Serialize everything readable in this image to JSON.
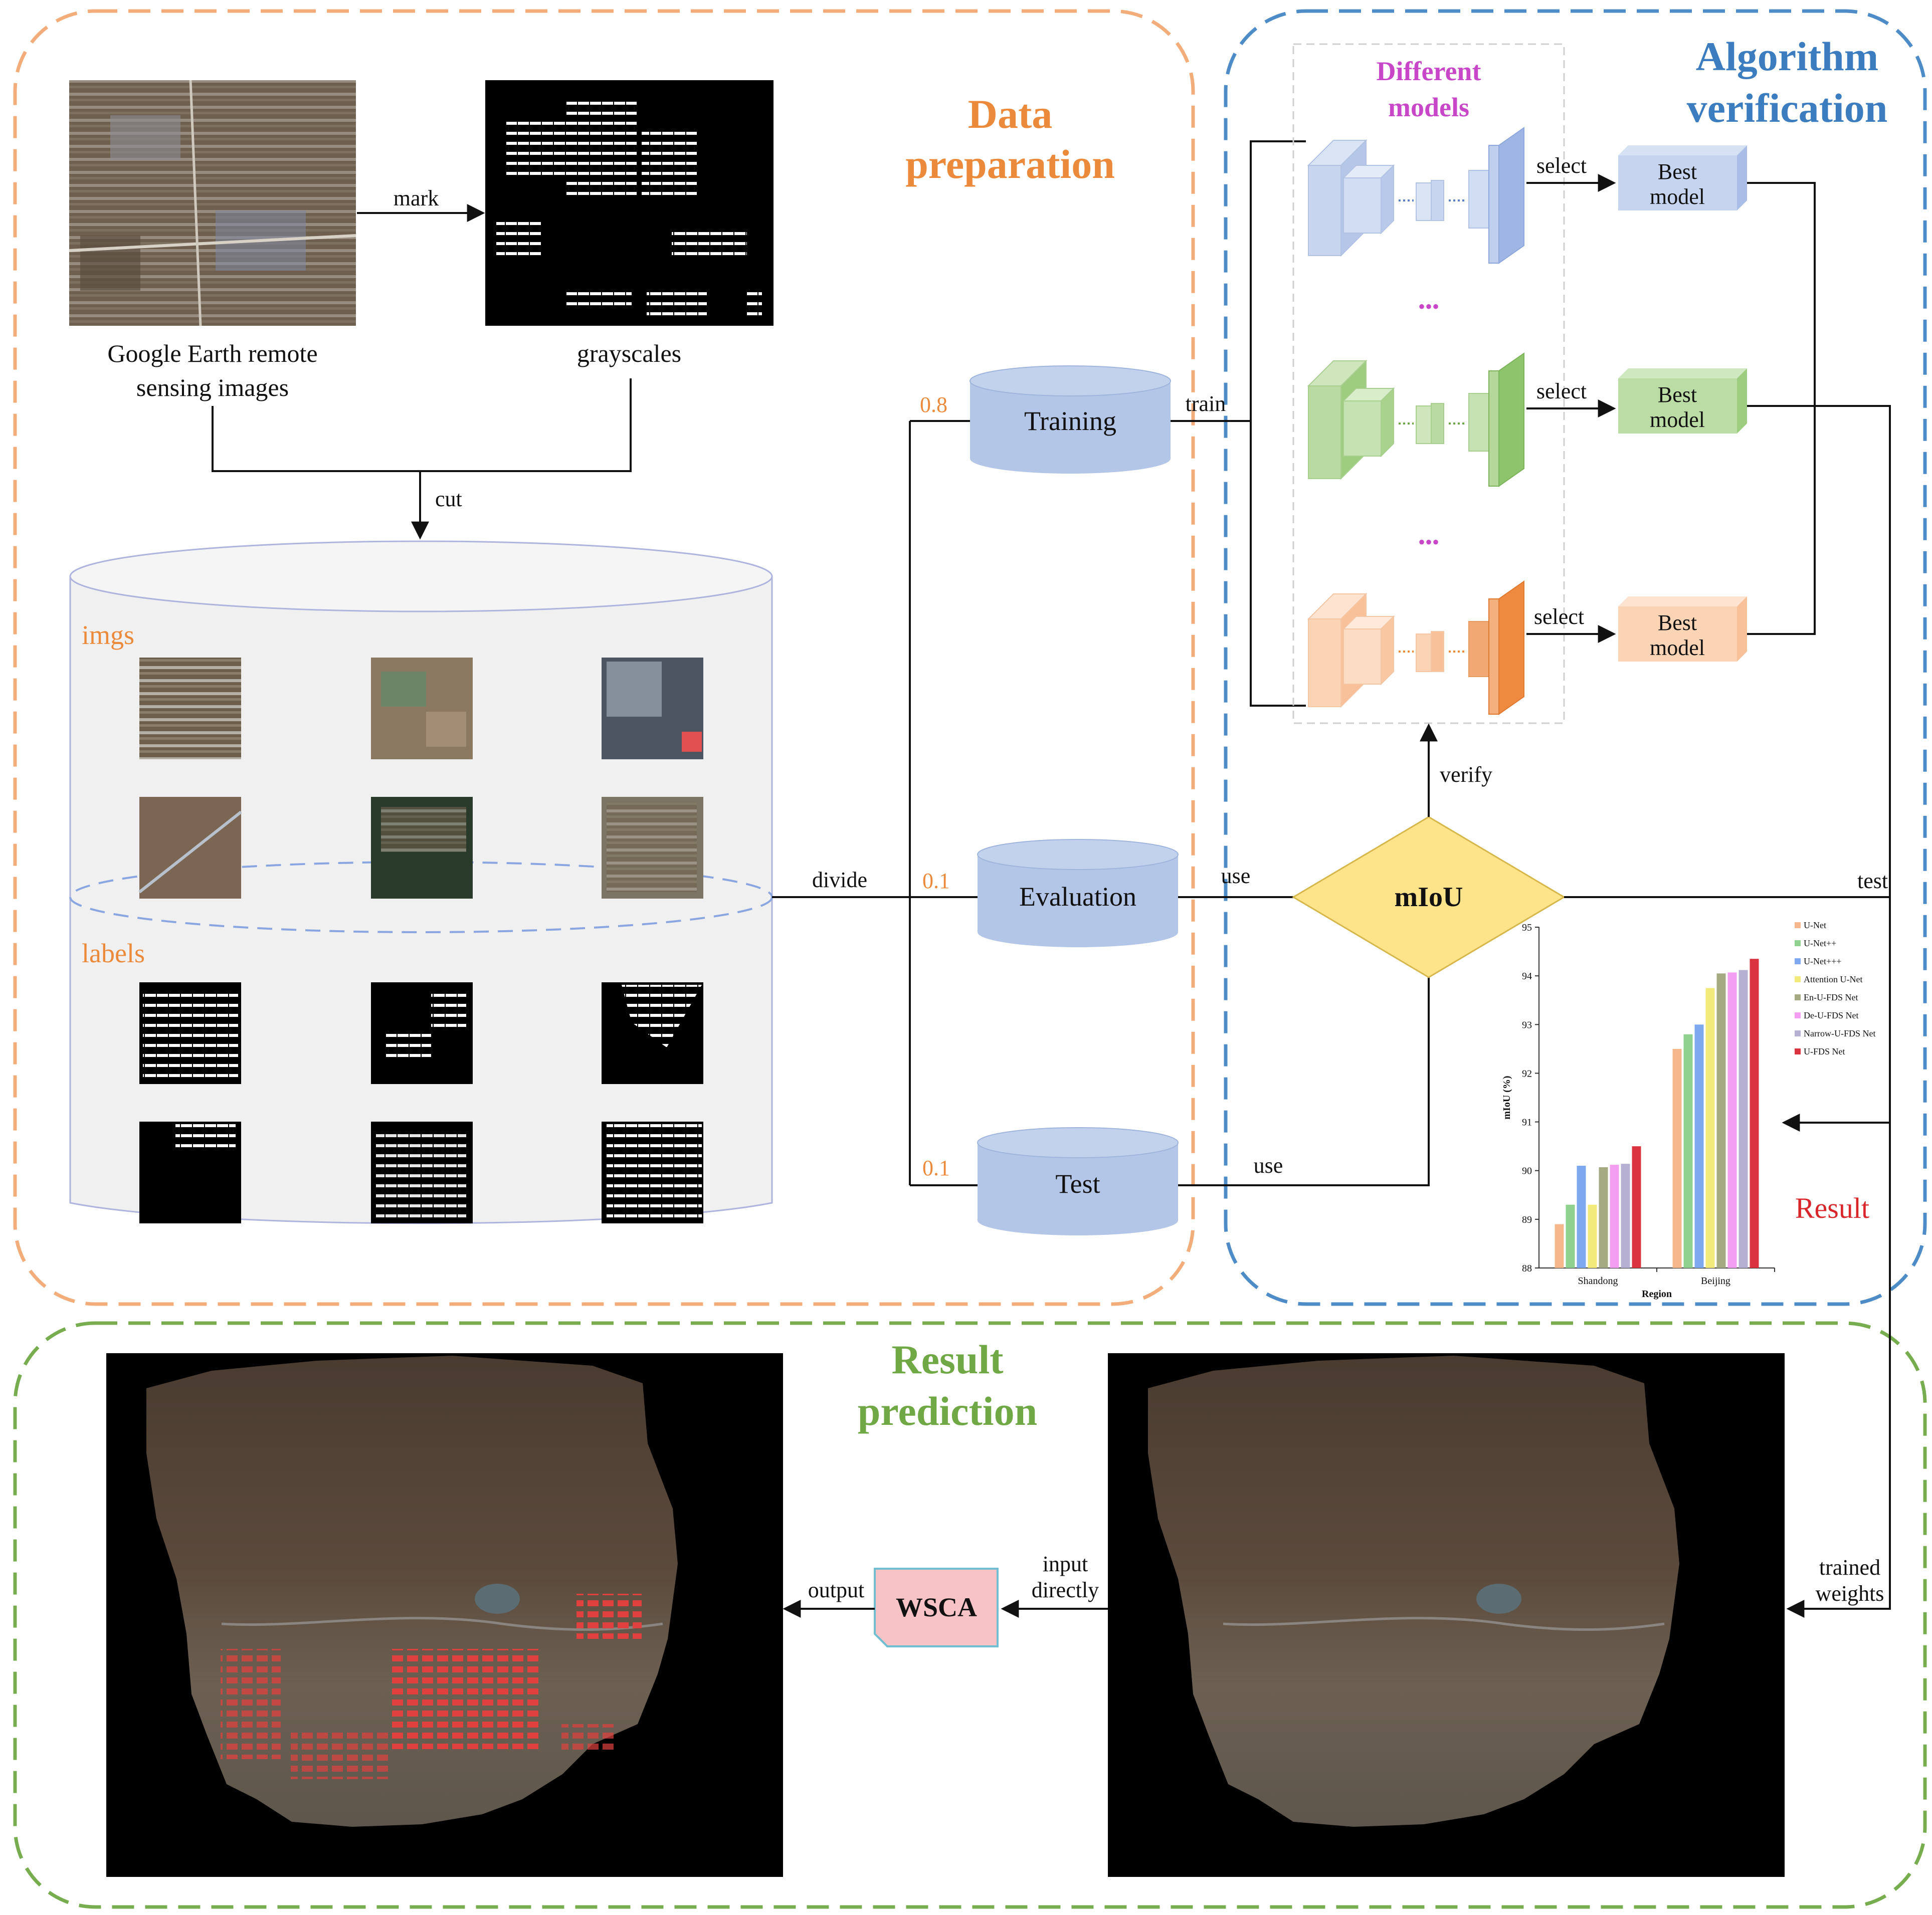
{
  "sections": {
    "data_preparation": {
      "title_line1": "Data",
      "title_line2": "preparation"
    },
    "algorithm_verification": {
      "title_line1": "Algorithm",
      "title_line2": "verification"
    },
    "result_prediction": {
      "title_line1": "Result",
      "title_line2": "prediction"
    }
  },
  "labels": {
    "source_caption_line1": "Google Earth remote",
    "source_caption_line2": "sensing images",
    "grayscales": "grayscales",
    "mark": "mark",
    "cut": "cut",
    "imgs": "imgs",
    "labels": "labels",
    "divide": "divide",
    "ratio_train": "0.8",
    "ratio_eval": "0.1",
    "ratio_test": "0.1",
    "training": "Training",
    "evaluation": "Evaluation",
    "test_db": "Test",
    "train": "train",
    "use_eval": "use",
    "use_test": "use",
    "different_models_line1": "Different",
    "different_models_line2": "models",
    "dots": "•••",
    "select": "select",
    "best_line1": "Best",
    "best_line2": "model",
    "miou": "mIoU",
    "verify": "verify",
    "test_edge": "test",
    "result": "Result",
    "trained_line1": "trained",
    "trained_line2": "weights",
    "input_line1": "input",
    "input_line2": "directly",
    "wsca": "WSCA",
    "output": "output"
  },
  "colors": {
    "orange": "#ec8a3c",
    "blue": "#3c7dc0",
    "green": "#6fa844",
    "purple": "#c846c8",
    "red_result": "#d9262b",
    "db_fill": "#b4c6e7",
    "diamond": "#fde48a",
    "wsca_fill": "#f7c3c6"
  },
  "chart_data": {
    "type": "bar",
    "categories": [
      "Shandong",
      "Beijing"
    ],
    "xlabel": "Region",
    "ylabel": "mIoU (%)",
    "ylim": [
      88,
      95
    ],
    "yticks": [
      "88",
      "89",
      "90",
      "91",
      "92",
      "93",
      "94",
      "95"
    ],
    "legend_position": "top-right",
    "series": [
      {
        "name": "U-Net",
        "color": "#f6b78c",
        "values": [
          88.9,
          92.5
        ]
      },
      {
        "name": "U-Net++",
        "color": "#8fd18f",
        "values": [
          89.3,
          92.8
        ]
      },
      {
        "name": "U-Net+++",
        "color": "#7ea9ee",
        "values": [
          90.1,
          93.0
        ]
      },
      {
        "name": "Attention U-Net",
        "color": "#f2ea7a",
        "values": [
          89.3,
          93.75
        ]
      },
      {
        "name": "En-U-FDS Net",
        "color": "#a5aa82",
        "values": [
          90.07,
          94.05
        ]
      },
      {
        "name": "De-U-FDS Net",
        "color": "#f39ef0",
        "values": [
          90.12,
          94.07
        ]
      },
      {
        "name": "Narrow-U-FDS Net",
        "color": "#b6b1d2",
        "values": [
          90.14,
          94.12
        ]
      },
      {
        "name": "U-FDS Net",
        "color": "#d9343f",
        "values": [
          90.5,
          94.35
        ]
      }
    ]
  }
}
